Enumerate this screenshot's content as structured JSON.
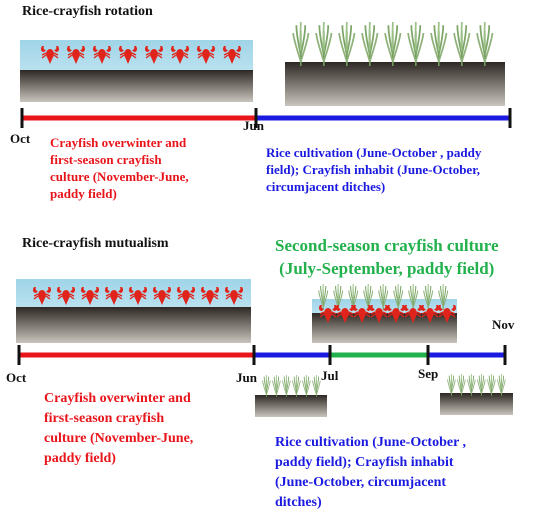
{
  "colors": {
    "crayfish_phase": "#e8151b",
    "rice_phase": "#1a1ae0",
    "second_season": "#22b14c",
    "water": "#a3d7ea",
    "soil": "#3b3430"
  },
  "rotation": {
    "title": "Rice-crayfish rotation",
    "ticks": [
      "Oct",
      "Jun"
    ],
    "crayfish_text": "Crayfish overwinter and\nfirst-season crayfish\nculture (November-June,\npaddy field)",
    "rice_text": "Rice cultivation (June-October ,  paddy\nfield); Crayfish inhabit (June-October,\ncircumjacent ditches)"
  },
  "mutualism": {
    "title": "Rice-crayfish mutualism",
    "second_season_text": "Second-season crayfish culture\n(July-September, paddy field)",
    "ticks": [
      "Oct",
      "Jun",
      "Jul",
      "Sep",
      "Nov"
    ],
    "crayfish_text": "Crayfish overwinter and\nfirst-season crayfish\nculture (November-June,\npaddy field)",
    "rice_text": "Rice cultivation (June-October ,\npaddy field); Crayfish inhabit\n(June-October, circumjacent\nditches)"
  }
}
